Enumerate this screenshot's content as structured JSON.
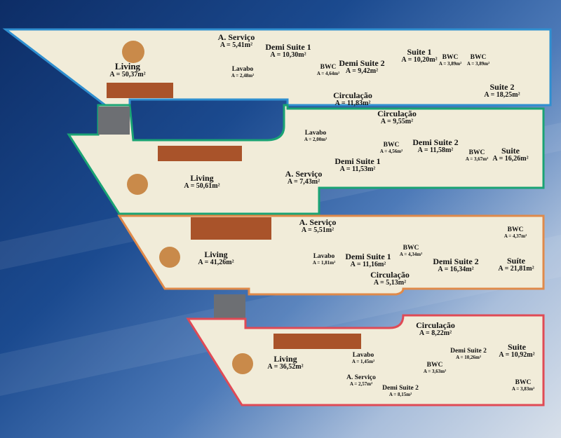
{
  "title": "Apartment floor plans",
  "colors": {
    "unit1": "#2f8fd0",
    "unit2": "#1aa374",
    "unit3": "#e08a4a",
    "unit4": "#e04a55",
    "floor": "#f1ecd9",
    "wood": "#a9532a"
  },
  "units": [
    {
      "id": "unit-1",
      "rooms": [
        {
          "name": "Living",
          "area": "A = 50,37m²"
        },
        {
          "name": "A. Serviço",
          "area": "A = 5,41m²"
        },
        {
          "name": "Lavabo",
          "area": "A = 2,48m²"
        },
        {
          "name": "Demi Suite 1",
          "area": "A = 10,30m²"
        },
        {
          "name": "BWC",
          "area": "A = 4,64m²"
        },
        {
          "name": "Demi Suite 2",
          "area": "A = 9,42m²"
        },
        {
          "name": "Suite 1",
          "area": "A = 10,20m²"
        },
        {
          "name": "BWC",
          "area": "A = 3,89m²"
        },
        {
          "name": "BWC",
          "area": "A = 3,89m²"
        },
        {
          "name": "Suite 2",
          "area": "A = 18,25m²"
        },
        {
          "name": "Circulação",
          "area": "A = 11,83m²"
        }
      ]
    },
    {
      "id": "unit-2",
      "rooms": [
        {
          "name": "Circulação",
          "area": "A = 9,55m²"
        },
        {
          "name": "Lavabo",
          "area": "A = 2,00m²"
        },
        {
          "name": "BWC",
          "area": "A = 4,56m²"
        },
        {
          "name": "Demi Suite 2",
          "area": "A = 11,58m²"
        },
        {
          "name": "BWC",
          "area": "A = 3,67m²"
        },
        {
          "name": "Suite",
          "area": "A = 16,26m²"
        },
        {
          "name": "Demi Suite 1",
          "area": "A = 11,53m²"
        },
        {
          "name": "A. Serviço",
          "area": "A = 7,43m²"
        },
        {
          "name": "Living",
          "area": "A = 50,61m²"
        }
      ]
    },
    {
      "id": "unit-3",
      "rooms": [
        {
          "name": "A. Serviço",
          "area": "A = 5,51m²"
        },
        {
          "name": "Lavabo",
          "area": "A = 1,81m²"
        },
        {
          "name": "Demi Suite 1",
          "area": "A = 11,16m²"
        },
        {
          "name": "BWC",
          "area": "A = 4,34m²"
        },
        {
          "name": "Demi Suite 2",
          "area": "A = 16,34m²"
        },
        {
          "name": "BWC",
          "area": "A = 4,37m²"
        },
        {
          "name": "Suíte",
          "area": "A = 21,81m²"
        },
        {
          "name": "Circulação",
          "area": "A = 5,13m²"
        },
        {
          "name": "Living",
          "area": "A = 41,26m²"
        }
      ]
    },
    {
      "id": "unit-4",
      "rooms": [
        {
          "name": "Circulação",
          "area": "A = 8,22m²"
        },
        {
          "name": "Demi Suite 2",
          "area": "A = 10,26m²"
        },
        {
          "name": "Suite",
          "area": "A = 10,92m²"
        },
        {
          "name": "Lavabo",
          "area": "A = 1,45m²"
        },
        {
          "name": "BWC",
          "area": "A = 3,63m²"
        },
        {
          "name": "Living",
          "area": "A = 36,52m²"
        },
        {
          "name": "A. Serviço",
          "area": "A = 2,57m²"
        },
        {
          "name": "Demi Suite 2",
          "area": "A = 8,15m²"
        },
        {
          "name": "BWC",
          "area": "A = 3,83m²"
        }
      ]
    }
  ]
}
